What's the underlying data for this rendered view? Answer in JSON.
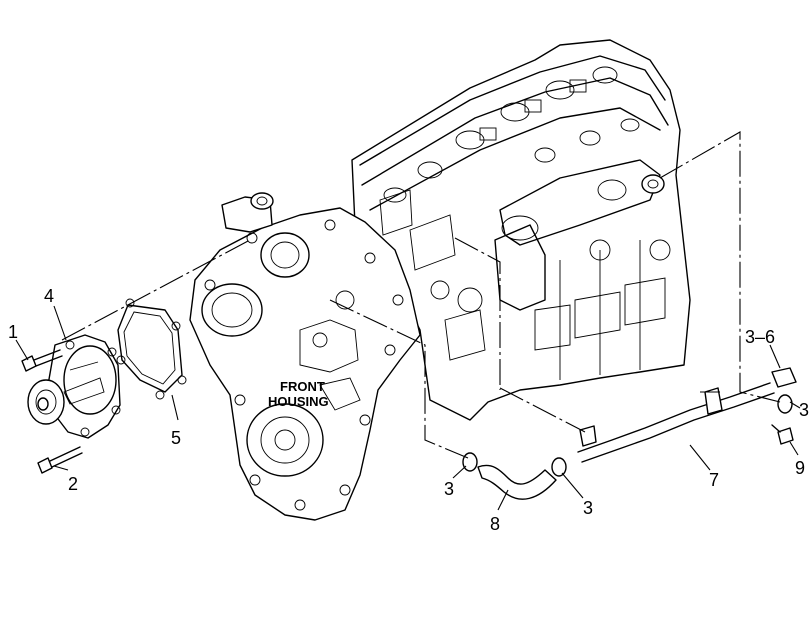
{
  "diagram": {
    "housing_label_line1": "FRONT",
    "housing_label_line2": "HOUSING",
    "callouts": {
      "c1": "1",
      "c2": "2",
      "c3a": "3",
      "c3b": "3",
      "c3c": "3",
      "c36": "3–6",
      "c4": "4",
      "c5": "5",
      "c7": "7",
      "c8": "8",
      "c9": "9"
    }
  }
}
